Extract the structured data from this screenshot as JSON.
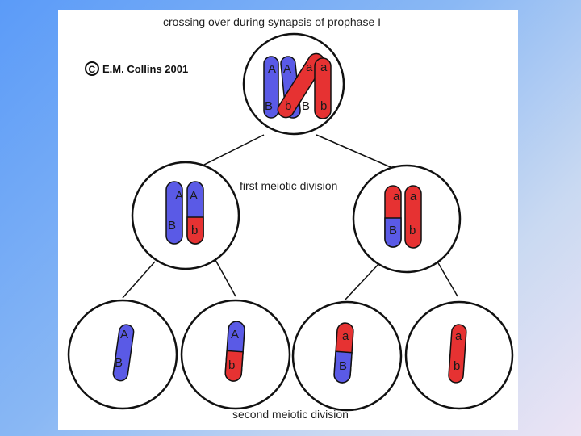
{
  "title": "crossing over during synapsis of prophase I",
  "copyright_symbol": "C",
  "copyright_text": "E.M. Collins 2001",
  "first_division_label": "first meiotic division",
  "second_division_label": "second meiotic division",
  "colors": {
    "blue_chromatid": "#5a5ae6",
    "red_chromatid": "#e63232",
    "outline": "#111111",
    "background": "#ffffff"
  },
  "cells": {
    "prophase": {
      "alleles": [
        "A",
        "A",
        "a",
        "a",
        "B",
        "b",
        "B",
        "b"
      ]
    },
    "meiosis1_left": {
      "alleles": [
        "A",
        "A",
        "B",
        "b"
      ]
    },
    "meiosis1_right": {
      "alleles": [
        "a",
        "a",
        "B",
        "b"
      ]
    },
    "gamete_1": {
      "alleles": [
        "A",
        "B"
      ]
    },
    "gamete_2": {
      "alleles": [
        "A",
        "b"
      ]
    },
    "gamete_3": {
      "alleles": [
        "a",
        "B"
      ]
    },
    "gamete_4": {
      "alleles": [
        "a",
        "b"
      ]
    }
  }
}
